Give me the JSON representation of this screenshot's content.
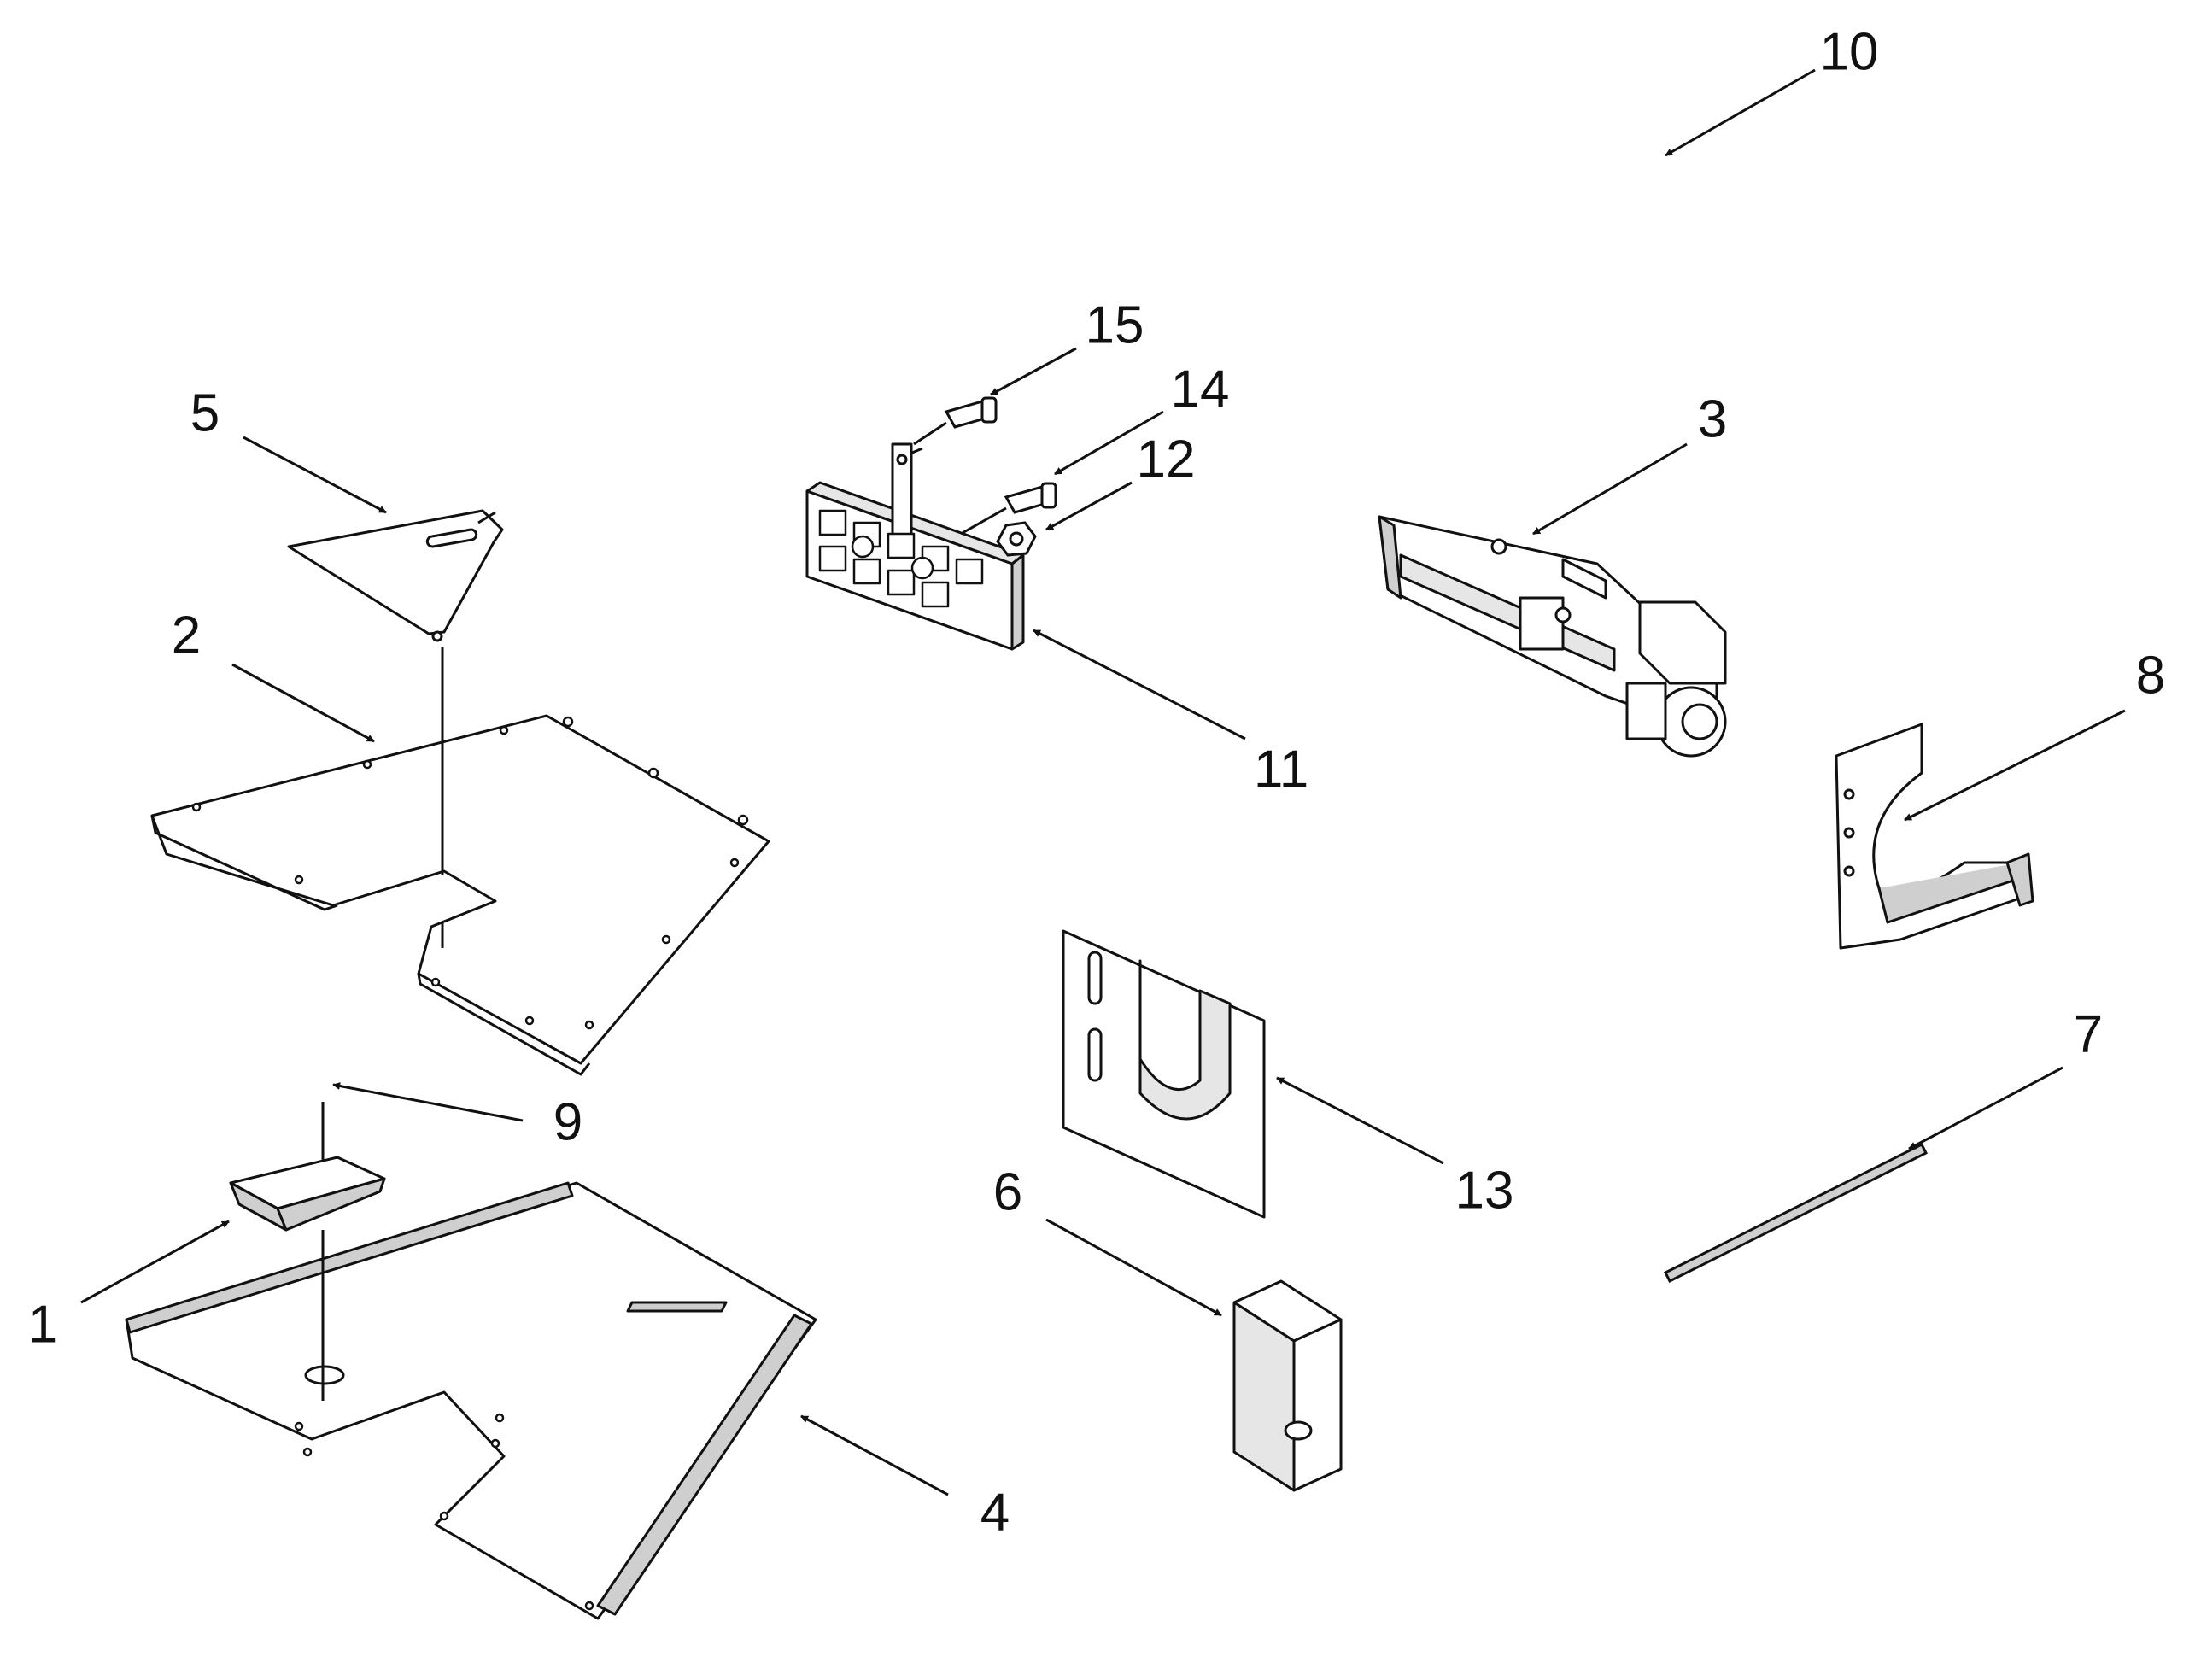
{
  "callouts": {
    "c1": "1",
    "c2": "2",
    "c3": "3",
    "c4": "4",
    "c5": "5",
    "c6": "6",
    "c7": "7",
    "c8": "8",
    "c9": "9",
    "c10": "10",
    "c11": "11",
    "c12": "12",
    "c13": "13",
    "c14": "14",
    "c15": "15"
  },
  "colors": {
    "line": "#111111",
    "part_fill": "#ffffff",
    "shade": "#cfcfcf",
    "background": "#ffffff"
  }
}
